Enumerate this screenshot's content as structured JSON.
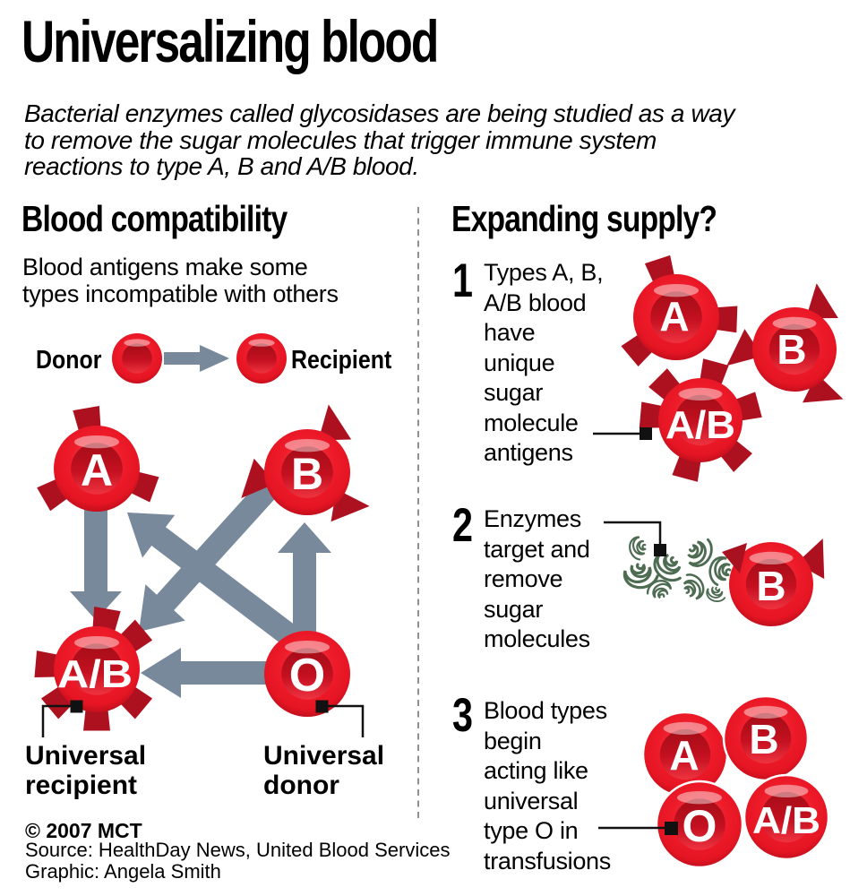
{
  "title": "Universalizing blood",
  "intro": "Bacterial enzymes called glycosidases are being studied as a way\nto remove the sugar molecules that trigger immune system\nreactions to type A, B and A/B blood.",
  "left": {
    "heading": "Blood compatibility",
    "subtitle": "Blood antigens make some\ntypes incompatible with others",
    "legend": {
      "donor_label": "Donor",
      "recipient_label": "Recipient"
    },
    "cells": {
      "a": "A",
      "b": "B",
      "ab": "A/B",
      "o": "O"
    },
    "universal_recipient": "Universal\nrecipient",
    "universal_donor": "Universal\ndonor"
  },
  "right": {
    "heading": "Expanding supply?",
    "steps": [
      {
        "num": "1",
        "text": "Types A, B,\nA/B blood\nhave\nunique\nsugar\nmolecule\nantigens"
      },
      {
        "num": "2",
        "text": "Enzymes\ntarget and\nremove\nsugar\nmolecules"
      },
      {
        "num": "3",
        "text": "Blood types\nbegin\nacting like\nuniversal\ntype O in\ntransfusions"
      }
    ],
    "step1_cells": {
      "a": "A",
      "b": "B",
      "ab": "A/B"
    },
    "step2_cells": {
      "b": "B"
    },
    "step3_cells": {
      "a": "A",
      "b": "B",
      "o": "O",
      "ab": "A/B"
    }
  },
  "footer": {
    "copyright": "© 2007 MCT",
    "source_credit": "Source: HealthDay News, United Blood Services\nGraphic: Angela Smith"
  },
  "colors": {
    "cell_red": "#ee1b29",
    "antigen_dark_red": "#ad1120",
    "arrow_slate": "#78899c",
    "enzyme_green": "#4d6c52",
    "divider_gray": "#8f8f8f",
    "text_black": "#000000"
  }
}
